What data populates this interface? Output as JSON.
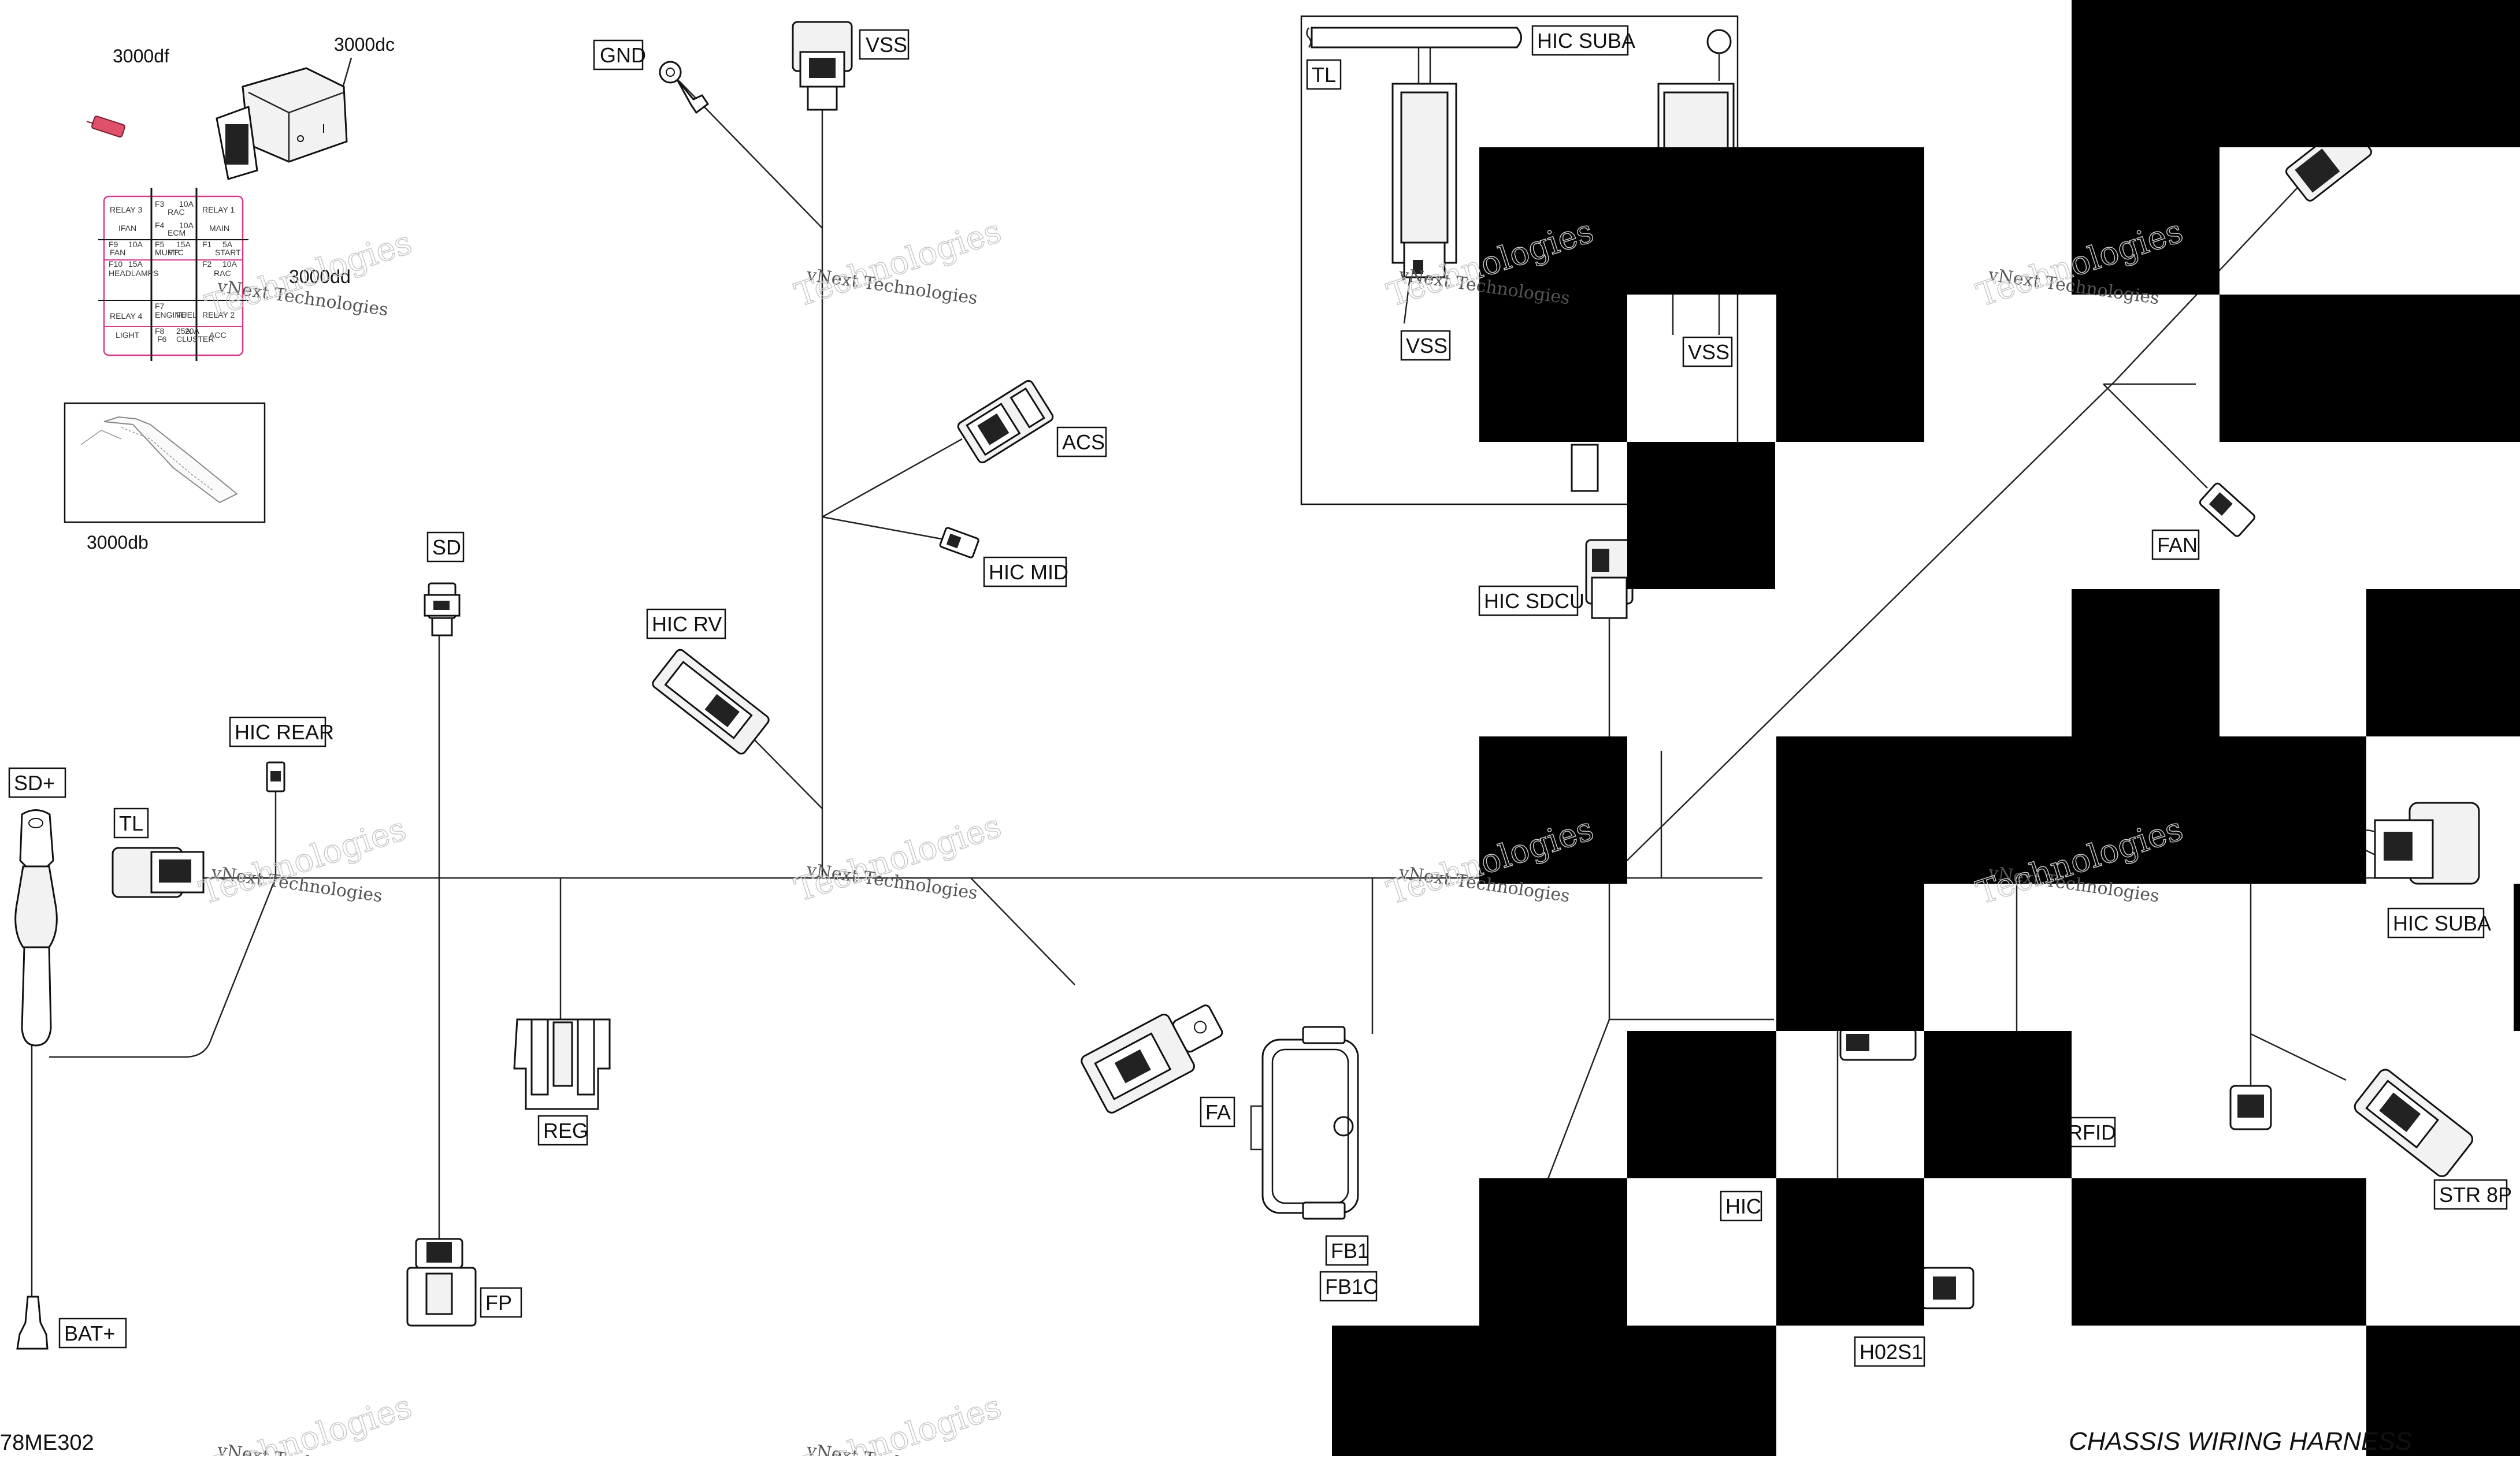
{
  "diagram": {
    "code": "78ME302",
    "title": "CHASSIS WIRING HARNESS",
    "watermark": "vNext Technologies",
    "inset_labels": {
      "fuse_holder": "3000df",
      "relay_box": "3000dc",
      "relay_chart": "3000dd",
      "harness_detail": "3000db"
    },
    "relay_chart": {
      "cells": [
        "RELAY 3",
        "F3",
        "10A",
        "RAC",
        "RELAY 1",
        "IFAN",
        "F4",
        "10A",
        "ECM",
        "MAIN",
        "F9",
        "FAN",
        "10A",
        "F5",
        "MUMP",
        "15A",
        "PTC",
        "F1",
        "5A",
        "START",
        "F10",
        "15A",
        "HEADLAMPS",
        "F2",
        "10A",
        "RAC",
        "RELAY 4",
        "F7",
        "ENGINE",
        "FUEL",
        "F8",
        "25A",
        "RELAY 2",
        "LIGHT",
        "F6",
        "CLUSTER",
        "20A",
        "ACC"
      ]
    },
    "connectors": {
      "gnd": "GND",
      "vss_top": "VSS",
      "acs": "ACS",
      "hic_mid": "HIC MID",
      "hic_rv": "HIC RV",
      "sd": "SD",
      "hic_rear": "HIC REAR",
      "sd_plus": "SD+",
      "tl": "TL",
      "reg": "REG",
      "fp": "FP",
      "bat_plus": "BAT+",
      "fa": "FA",
      "fb1": "FB1",
      "fb1c": "FB1C",
      "hic_suba_inset": "HIC SUBA",
      "tl_inset": "TL",
      "vss_inset_left": "VSS",
      "vss_inset_right": "VSS",
      "hic_sdcu": "HIC SDCU",
      "fan": "FAN",
      "hic_suba": "HIC SUBA",
      "rfid": "RFID",
      "hic": "HIC",
      "h02s1": "H02S1",
      "str_8p": "STR 8P"
    }
  }
}
